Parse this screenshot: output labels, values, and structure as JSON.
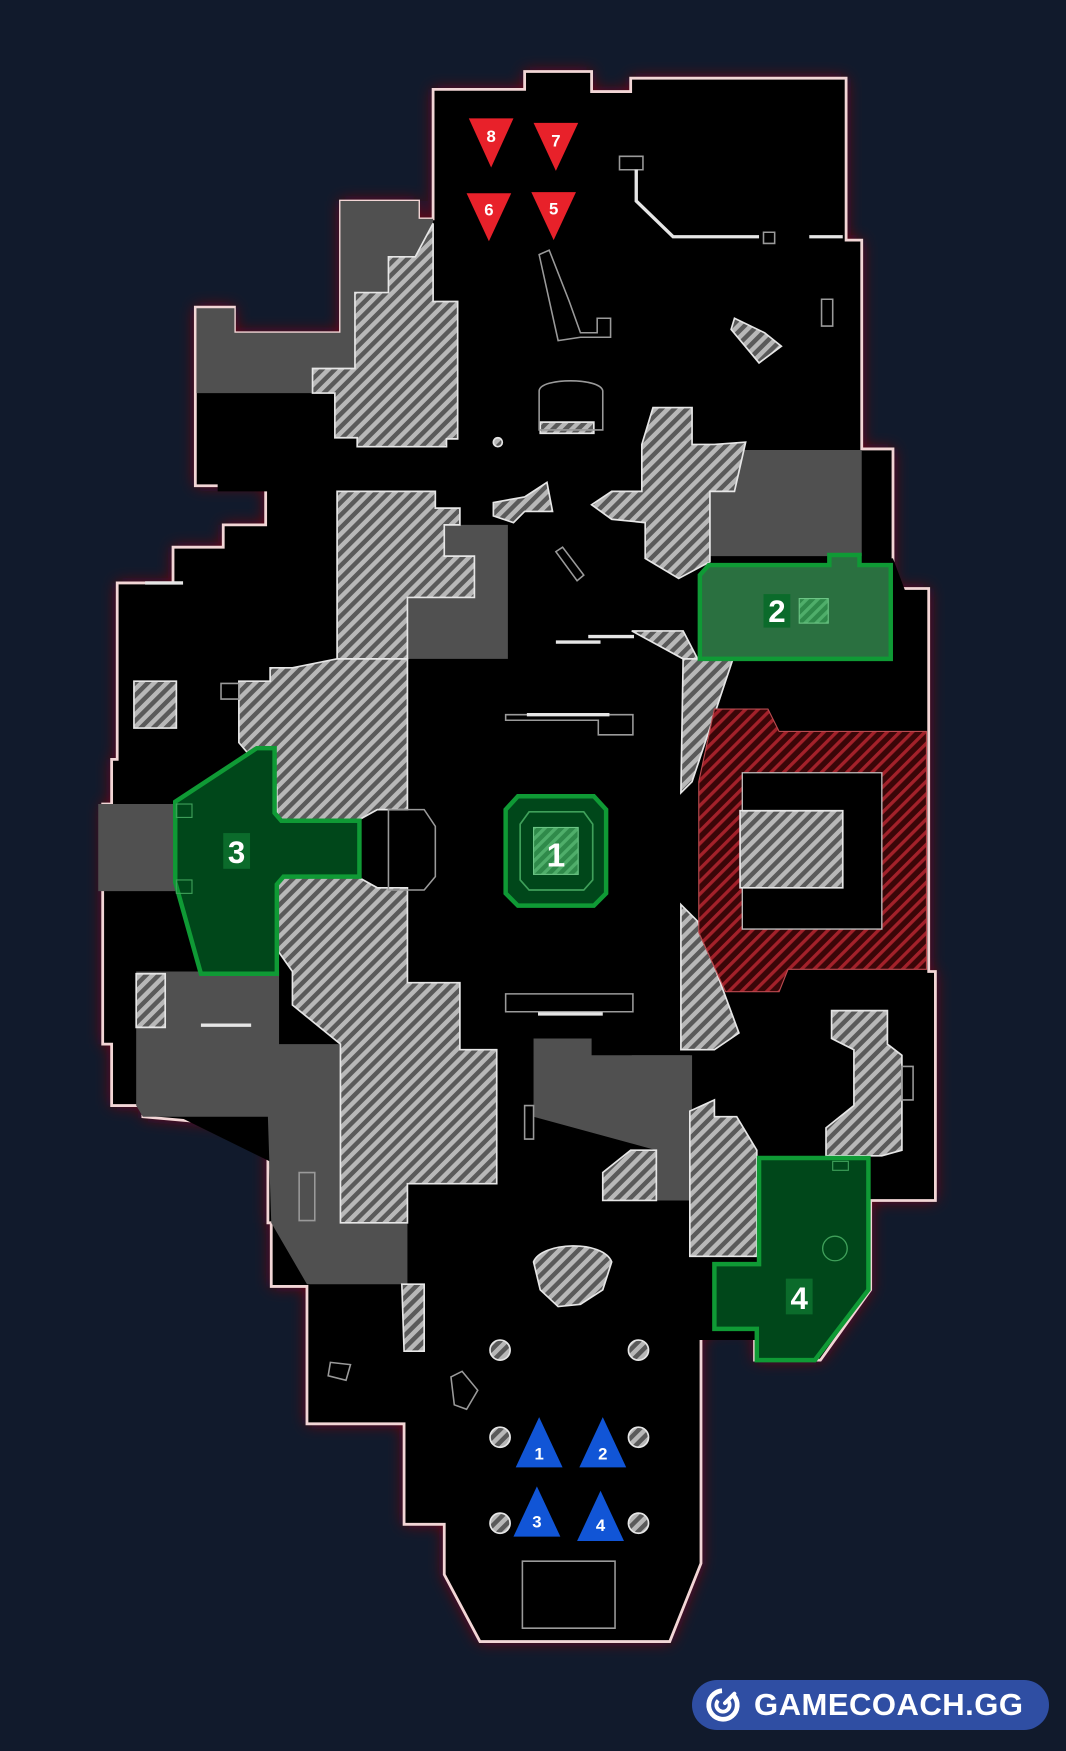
{
  "map": {
    "background_color": "#111a2c",
    "floor_color": "#000000",
    "wall_color": "#f2d6d6",
    "outer_glow_color": "#7a0f16",
    "hatched_obstacle_color": "#9a9a9a",
    "solid_block_color": "#505050",
    "restricted_zone_color": "#8a1b1f"
  },
  "objectives": {
    "color_fill": "#00471a",
    "color_border": "#0f9a35",
    "label_bg": "#0b6b2b",
    "items": [
      {
        "id": "objective-1",
        "label": "1"
      },
      {
        "id": "objective-2",
        "label": "2"
      },
      {
        "id": "objective-3",
        "label": "3"
      },
      {
        "id": "objective-4",
        "label": "4"
      }
    ]
  },
  "red_spawns": {
    "color": "#e8212a",
    "items": [
      {
        "label": "8"
      },
      {
        "label": "7"
      },
      {
        "label": "6"
      },
      {
        "label": "5"
      }
    ]
  },
  "blue_spawns": {
    "color": "#1155d6",
    "items": [
      {
        "label": "1"
      },
      {
        "label": "2"
      },
      {
        "label": "3"
      },
      {
        "label": "4"
      }
    ]
  },
  "watermark": {
    "text": "GAMECOACH.GG",
    "bg_color": "#2f4ea3",
    "icon": "gamecoach-logo-icon"
  }
}
